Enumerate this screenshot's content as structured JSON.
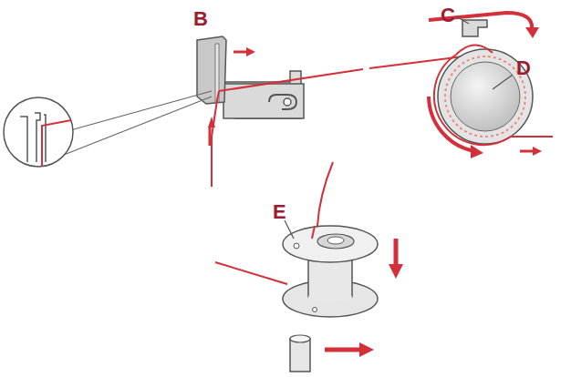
{
  "diagram": {
    "labels": [
      "B",
      "C",
      "D",
      "E"
    ]
  }
}
